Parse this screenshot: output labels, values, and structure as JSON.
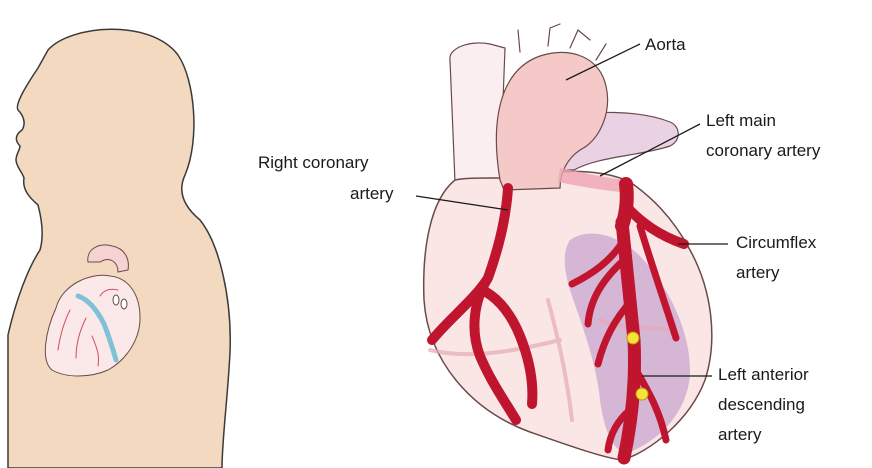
{
  "labels": {
    "aorta": "Aorta",
    "left_main_1": "Left main",
    "left_main_2": "coronary artery",
    "right_coronary_1": "Right coronary",
    "right_coronary_2": "artery",
    "circumflex_1": "Circumflex",
    "circumflex_2": "artery",
    "lad_1": "Left anterior",
    "lad_2": "descending",
    "lad_3": "artery"
  },
  "colors": {
    "skin": "#f2d9bf",
    "outline": "#3a3a3a",
    "heart_fill": "#fbe6e6",
    "heart_shade": "#c9a6cf",
    "artery": "#c0152f",
    "aorta": "#f6c9c9",
    "plaque": "#f5e33b",
    "vein": "#7fc1d6"
  }
}
